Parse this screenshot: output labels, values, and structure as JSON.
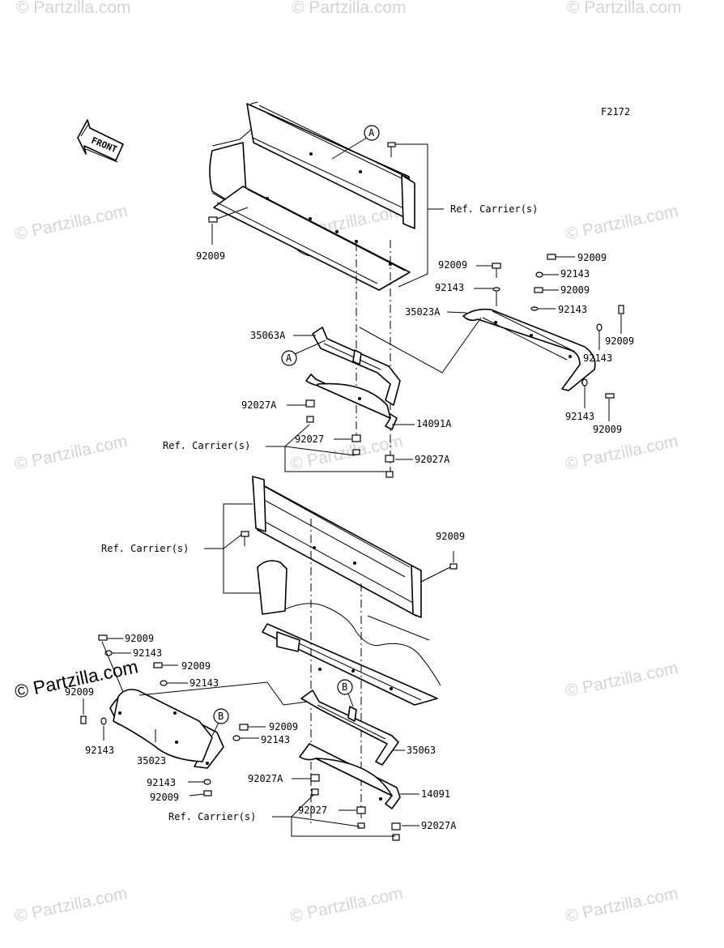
{
  "figure_code": "F2172",
  "front_label": "FRONT",
  "brand_watermark": "© Partzilla.com",
  "callouts": {
    "A": "A",
    "B": "B"
  },
  "labels": {
    "ref_carrier": "Ref. Carrier(s)",
    "p92009": "92009",
    "p92143": "92143",
    "p35023A": "35023A",
    "p35063A": "35063A",
    "p92027A": "92027A",
    "p92027": "92027",
    "p14091A": "14091A",
    "p35023": "35023",
    "p35063": "35063",
    "p14091": "14091"
  }
}
